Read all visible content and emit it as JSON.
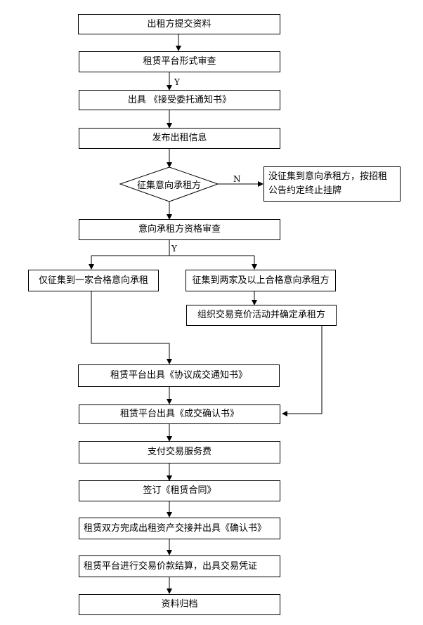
{
  "flow": {
    "step1": "出租方提交资料",
    "step2": "租赁平台形式审查",
    "step3": "出具 《接受委托通知书》",
    "step4": "发布出租信息",
    "decision": "征集意向承租方",
    "no_branch": "没征集到意向承租方，按招租公告约定终止挂牌",
    "step5": "意向承租方资格审查",
    "left_branch": "仅征集到一家合格意向承租",
    "right_branch": "征集到两家及以上合格意向承租方",
    "bidding": "组织交易竞价活动并确定承租方",
    "agreement_notice": "租赁平台出具《协议成交通知书》",
    "confirmation": "租赁平台出具《成交确认书》",
    "pay_fee": "支付交易服务费",
    "sign_contract": "签订《租赁合同》",
    "handover": "租赁双方完成出租资产交接并出具《确认书》",
    "settlement": "租赁平台进行交易价款结算，出具交易凭证",
    "archive": "资料归档"
  },
  "labels": {
    "yes_1": "Y",
    "no": "N",
    "yes_2": "Y"
  }
}
